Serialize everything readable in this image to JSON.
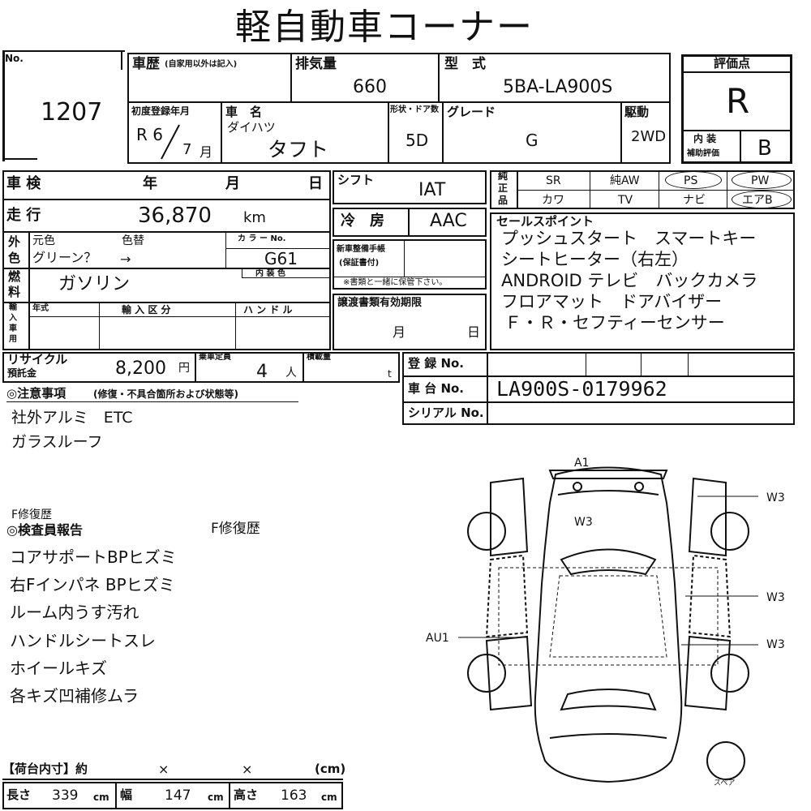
{
  "title": "軽自動車コーナー",
  "lot": {
    "label": "No.",
    "value": "1207"
  },
  "history": {
    "label": "車歴",
    "note": "(自家用以外は記入)"
  },
  "displacement": {
    "label": "排気量",
    "value": "660"
  },
  "model": {
    "label": "型　式",
    "value": "5BA-LA900S"
  },
  "rating": {
    "label": "評価点",
    "value": "R",
    "interior_label_1": "内 装",
    "interior_label_2": "補助評価",
    "interior_value": "B"
  },
  "first_reg": {
    "label": "初度登録年月",
    "year": "R 6",
    "month": "7",
    "month_unit": "月"
  },
  "car_name": {
    "label": "車　名",
    "maker": "ダイハツ",
    "name": "タフト"
  },
  "doors": {
    "label": "形状・ドア数",
    "value": "5D"
  },
  "grade": {
    "label": "グレード",
    "value": "G"
  },
  "drive": {
    "label": "駆動",
    "value": "2WD"
  },
  "inspection": {
    "label": "車 検",
    "year": "年",
    "month": "月",
    "day": "日"
  },
  "shift": {
    "label": "シフト",
    "value": "IAT"
  },
  "equipment": {
    "label_top": "純",
    "label_mid": "正",
    "label_bot": "品",
    "row1": [
      "SR",
      "純AW",
      "PS",
      "PW"
    ],
    "row2": [
      "カワ",
      "TV",
      "ナビ",
      "エアB"
    ]
  },
  "mileage": {
    "label": "走 行",
    "value": "36,870",
    "unit": "km"
  },
  "aircon": {
    "label": "冷　房",
    "value": "AAC"
  },
  "color": {
    "side_1": "外",
    "side_2": "色",
    "orig_label": "元色",
    "repaint_label": "色替",
    "orig_value": "グリーン？",
    "arrow": "→",
    "code_label": "カ ラ ー No.",
    "code_value": "G61",
    "interior_label": "内 装 色"
  },
  "warranty": {
    "label_1": "新車整備手帳",
    "label_2": "(保証書付)",
    "note": "※書類と一緒に保管下さい。"
  },
  "sales_points": {
    "label": "セールスポイント",
    "lines": [
      "プッシュスタート　スマートキー",
      "シートヒーター（右左）",
      "ANDROID テレビ　バックカメラ",
      "フロアマット　ドアバイザー",
      "Ｆ・Ｒ・セフティーセンサー"
    ]
  },
  "fuel": {
    "label_1": "燃",
    "label_2": "料",
    "value": "ガソリン"
  },
  "import": {
    "side": [
      "輸",
      "入",
      "車",
      "用"
    ],
    "year_label": "年式",
    "type_label": "輸 入 区 分",
    "handle_label": "ハ ン ド ル"
  },
  "transfer": {
    "label": "譲渡書類有効期限",
    "month": "月",
    "day": "日"
  },
  "recycle": {
    "label_1": "リサイクル",
    "label_2": "預託金",
    "value": "8,200",
    "unit": "円"
  },
  "capacity": {
    "label": "乗車定員",
    "value": "4",
    "unit": "人"
  },
  "load": {
    "label": "積載量",
    "unit": "t"
  },
  "registration": {
    "label": "登 録 No.",
    "value": ""
  },
  "chassis": {
    "label": "車 台 No.",
    "value": "LA900S-0179962"
  },
  "serial": {
    "label": "シリアル No.",
    "value": ""
  },
  "notes": {
    "label": "◎注意事項",
    "sub": "(修復・不具合箇所および状態等)",
    "lines": [
      "社外アルミ　ETC",
      "ガラスルーフ"
    ]
  },
  "inspector": {
    "pre": "F修復歴",
    "label": "◎検査員報告",
    "side": "F修復歴",
    "lines": [
      "コアサポートBPヒズミ",
      "右Fインパネ BPヒズミ",
      "ルーム内うす汚れ",
      "ハンドルシートスレ",
      "ホイールキズ",
      "各キズ凹補修ムラ"
    ]
  },
  "diagram": {
    "a1": "A1",
    "w3_roof": "W3",
    "w3_1": "W3",
    "w3_2": "W3",
    "w3_3": "W3",
    "au1": "AU1",
    "spare": "スペア"
  },
  "cargo": {
    "label": "【荷台内寸】約",
    "x1": "×",
    "x2": "×",
    "unit": "(cm)",
    "length_label": "長さ",
    "length": "339",
    "width_label": "幅",
    "width": "147",
    "height_label": "高さ",
    "height": "163",
    "cm": "cm"
  }
}
